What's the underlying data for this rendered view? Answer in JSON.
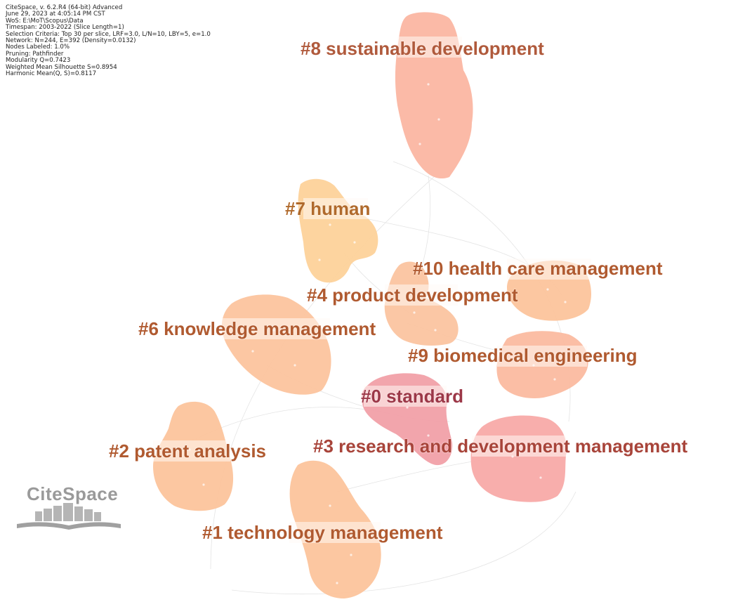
{
  "info_lines": [
    "CiteSpace, v. 6.2.R4 (64-bit) Advanced",
    "June 29, 2023 at 4:05:14 PM CST",
    "WoS: E:\\MoT\\Scopus\\Data",
    "Timespan: 2003-2022 (Slice Length=1)",
    "Selection Criteria: Top 30 per slice, LRF=3.0, L/N=10, LBY=5, e=1.0",
    "Network: N=244, E=392 (Density=0.0132)",
    "Nodes Labeled: 1.0%",
    "Pruning: Pathfinder",
    "Modularity Q=0.7423",
    "Weighted Mean Silhouette S=0.8954",
    "Harmonic Mean(Q, S)=0.8117"
  ],
  "clusters": [
    {
      "id": 8,
      "label": "#8 sustainable development",
      "fill": "#fbb6a2",
      "text_color": "#b05a3c"
    },
    {
      "id": 7,
      "label": "#7 human",
      "fill": "#fdd29a",
      "text_color": "#b06a2c"
    },
    {
      "id": 10,
      "label": "#10 health care management",
      "fill": "#fcc49c",
      "text_color": "#b05a30"
    },
    {
      "id": 4,
      "label": "#4 product development",
      "fill": "#fbc4a0",
      "text_color": "#b05a30"
    },
    {
      "id": 6,
      "label": "#6 knowledge management",
      "fill": "#fcc49e",
      "text_color": "#b05a30"
    },
    {
      "id": 9,
      "label": "#9 biomedical engineering",
      "fill": "#fbbba0",
      "text_color": "#b05a30"
    },
    {
      "id": 0,
      "label": "#0 standard",
      "fill": "#f1a0a8",
      "text_color": "#9c3848"
    },
    {
      "id": 3,
      "label": "#3 research and development management",
      "fill": "#f8aaa8",
      "text_color": "#a8443a"
    },
    {
      "id": 2,
      "label": "#2 patent analysis",
      "fill": "#fcc49c",
      "text_color": "#b05a30"
    },
    {
      "id": 1,
      "label": "#1 technology management",
      "fill": "#fcc49c",
      "text_color": "#b05a30"
    }
  ],
  "logo": {
    "text": "CiteSpace",
    "color": "#9a9a9a"
  }
}
